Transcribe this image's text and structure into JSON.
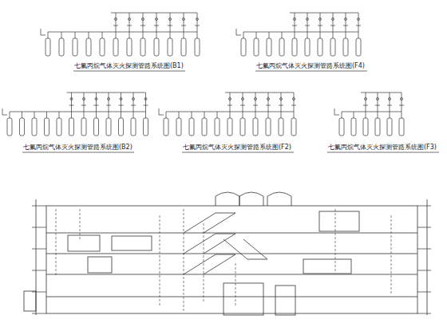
{
  "diagram": {
    "labels": [
      "七氟丙烷气体灭火探测管路系统图(B1)",
      "七氟丙烷气体灭火探测管路系统图(F4)",
      "七氟丙烷气体灭火探测管路系统图(B2)",
      "七氟丙烷气体灭火探测管路系统图(F2)",
      "七氟丙烷气体灭火探测管路系统图(F3)"
    ]
  }
}
